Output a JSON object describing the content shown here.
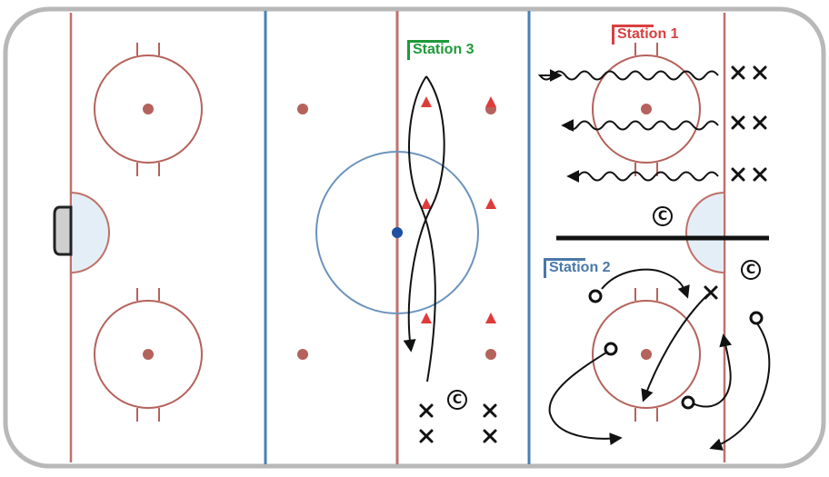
{
  "stations": [
    {
      "id": "station-3",
      "label": "Station 3",
      "color": "#1e9a3a"
    },
    {
      "id": "station-1",
      "label": "Station 1",
      "color": "#d94040"
    },
    {
      "id": "station-2",
      "label": "Station 2",
      "color": "#4a78a8"
    }
  ],
  "coach_symbol": "C",
  "colors": {
    "red_line": "#c0706a",
    "blue_line": "#4a7fb5",
    "center_circle": "#6b93bd",
    "cone": "#e03a3a",
    "board": "#b8b8b8"
  }
}
